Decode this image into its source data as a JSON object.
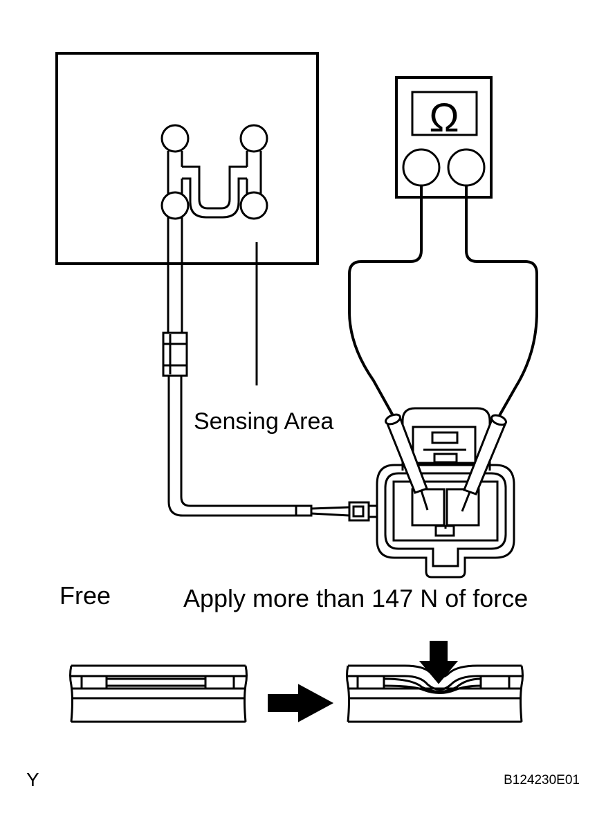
{
  "labels": {
    "sensing_area": "Sensing Area",
    "state_free": "Free",
    "state_pressed": "Apply more than 147 N of force",
    "corner_mark": "Y",
    "figure_code": "B124230E01"
  },
  "meter": {
    "symbol": "Ω",
    "mode": "ohmmeter"
  },
  "colors": {
    "line": "#000000",
    "background": "#ffffff"
  },
  "icons": {
    "ohmmeter": "ohmmeter-icon",
    "press_arrow": "arrow-down-icon",
    "transition_arrow": "arrow-right-icon"
  }
}
